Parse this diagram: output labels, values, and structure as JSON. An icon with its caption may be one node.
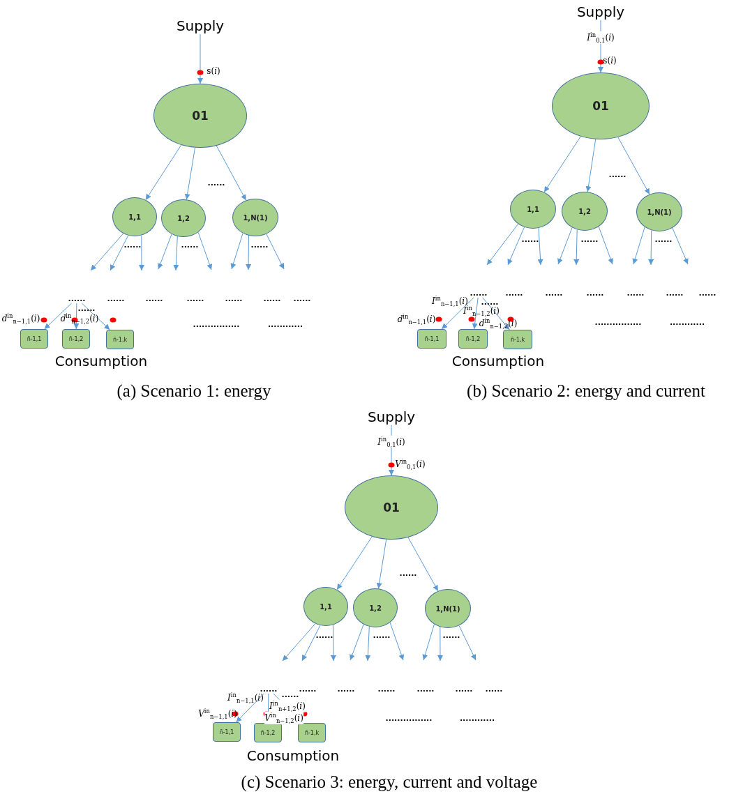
{
  "diagram": {
    "nodes": [
      {
        "text": [
          "Supply"
        ]
      },
      {
        "text": [
          "01"
        ]
      },
      {
        "text": [
          "1,1"
        ]
      },
      {
        "text": [
          "1,2"
        ]
      },
      {
        "text": [
          "1,N(1)"
        ]
      },
      {
        "text": [
          "......"
        ]
      },
      {
        "text": [
          "n̄-1,1"
        ]
      },
      {
        "text": [
          "n̄-1,2"
        ]
      },
      {
        "text": [
          "n̄-1,k"
        ]
      },
      {
        "text": [
          "Supply"
        ]
      },
      {
        "text": [
          "01"
        ]
      },
      {
        "text": [
          "1,1"
        ]
      },
      {
        "text": [
          "1,2"
        ]
      },
      {
        "text": [
          "1,N(1)"
        ]
      },
      {
        "text": [
          "......"
        ]
      },
      {
        "text": [
          "n̄-1,1"
        ]
      },
      {
        "text": [
          "n̄-1,2"
        ]
      },
      {
        "text": [
          "n̄-1,k"
        ]
      },
      {
        "text": [
          "Supply"
        ]
      },
      {
        "text": [
          "01"
        ]
      },
      {
        "text": [
          "1,1"
        ]
      },
      {
        "text": [
          "1,2"
        ]
      },
      {
        "text": [
          "1,N(1)"
        ]
      },
      {
        "text": [
          "......"
        ]
      },
      {
        "text": [
          "n̄-1,1"
        ]
      },
      {
        "text": [
          "n̄-1,2"
        ]
      },
      {
        "text": [
          "n̄-1,k"
        ]
      }
    ],
    "edges": [
      {
        "from": 0,
        "to": 1,
        "arrow": "to"
      },
      {
        "from": 1,
        "to": 2,
        "arrow": "to"
      },
      {
        "from": 1,
        "to": 3,
        "arrow": "to"
      },
      {
        "from": 1,
        "to": 4,
        "arrow": "to"
      },
      {
        "from": 2,
        "to": null,
        "arrow": "to"
      },
      {
        "from": 2,
        "to": null,
        "arrow": "to"
      },
      {
        "from": 2,
        "to": null,
        "arrow": "to"
      },
      {
        "from": 3,
        "to": null,
        "arrow": "to"
      },
      {
        "from": 3,
        "to": null,
        "arrow": "to"
      },
      {
        "from": 3,
        "to": null,
        "arrow": "to"
      },
      {
        "from": 4,
        "to": null,
        "arrow": "to"
      },
      {
        "from": 4,
        "to": null,
        "arrow": "to"
      },
      {
        "from": 4,
        "to": null,
        "arrow": "to"
      },
      {
        "from": 5,
        "to": 6,
        "arrow": "to"
      },
      {
        "from": 5,
        "to": 7,
        "arrow": "to"
      },
      {
        "from": 5,
        "to": 8,
        "arrow": "to"
      },
      {
        "from": 9,
        "to": 10,
        "arrow": "to",
        "label": "*I*$^{in}$$_{0,1}$(*i*)"
      },
      {
        "from": 10,
        "to": 11,
        "arrow": "to"
      },
      {
        "from": 10,
        "to": 12,
        "arrow": "to"
      },
      {
        "from": 10,
        "to": 13,
        "arrow": "to"
      },
      {
        "from": 11,
        "to": null,
        "arrow": "to"
      },
      {
        "from": 11,
        "to": null,
        "arrow": "to"
      },
      {
        "from": 11,
        "to": null,
        "arrow": "to"
      },
      {
        "from": 12,
        "to": null,
        "arrow": "to"
      },
      {
        "from": 12,
        "to": null,
        "arrow": "to"
      },
      {
        "from": 12,
        "to": null,
        "arrow": "to"
      },
      {
        "from": 13,
        "to": null,
        "arrow": "to"
      },
      {
        "from": 13,
        "to": null,
        "arrow": "to"
      },
      {
        "from": 13,
        "to": null,
        "arrow": "to"
      },
      {
        "from": 14,
        "to": 15,
        "arrow": "to"
      },
      {
        "from": 14,
        "to": 16,
        "arrow": "to"
      },
      {
        "from": 14,
        "to": 17,
        "arrow": "to"
      },
      {
        "from": 18,
        "to": 19,
        "arrow": "to",
        "label": "*I*$^{in}$$_{0,1}$(*i*)"
      },
      {
        "from": 19,
        "to": 20,
        "arrow": "to"
      },
      {
        "from": 19,
        "to": 21,
        "arrow": "to"
      },
      {
        "from": 19,
        "to": 22,
        "arrow": "to"
      },
      {
        "from": 20,
        "to": null,
        "arrow": "to"
      },
      {
        "from": 20,
        "to": null,
        "arrow": "to"
      },
      {
        "from": 20,
        "to": null,
        "arrow": "to"
      },
      {
        "from": 21,
        "to": null,
        "arrow": "to"
      },
      {
        "from": 21,
        "to": null,
        "arrow": "to"
      },
      {
        "from": 21,
        "to": null,
        "arrow": "to"
      },
      {
        "from": 22,
        "to": null,
        "arrow": "to"
      },
      {
        "from": 22,
        "to": null,
        "arrow": "to"
      },
      {
        "from": 22,
        "to": null,
        "arrow": "to"
      },
      {
        "from": 23,
        "to": 24,
        "arrow": "to"
      },
      {
        "from": 23,
        "to": 25,
        "arrow": "to"
      },
      {
        "from": 23,
        "to": 26,
        "arrow": "to"
      }
    ],
    "labels": [
      "s(*i*)",
      "......",
      "......",
      "......",
      "......",
      "......",
      "......",
      "......",
      "......",
      "......",
      "......",
      "......",
      "*d*$^{in}$$_{n−1,1}$(*i*)",
      "*d*$^{in}$$_{n−1,2}$(*i*)",
      "................",
      "............",
      "Consumption",
      "(a) Scenario 1: energy",
      "s(*i*)",
      "......",
      "......",
      "......",
      "......",
      "......",
      "......",
      "......",
      "......",
      "......",
      "......",
      "*I*$^{in}$$_{n−1,1}$(*i*)",
      "......",
      "*I*$^{in}$$_{n−1,2}$(*i*)",
      "*d*$^{in}$$_{n−1,1}$(*i*)",
      "*d*$^{in}$$_{n−1,2}$(*i*)",
      "................",
      "............",
      "Consumption",
      "(b) Scenario 2: energy and current",
      "*V*$^{in}$$_{0,1}$(*i*)",
      "......",
      "......",
      "......",
      "......",
      "......",
      "......",
      "......",
      "......",
      "......",
      "......",
      "*I*$^{in}$$_{n−1,1}$(*i*)",
      "......",
      "*I*$^{in}$$_{n+1,2}$(*i*)",
      "*V*$^{in}$$_{n−1,1}$(*i*)",
      "*V*$^{in}$$_{n−1,2}$(*i*)",
      "................",
      "............",
      "Consumption",
      "(c) Scenario 3: energy, current and voltage"
    ]
  }
}
